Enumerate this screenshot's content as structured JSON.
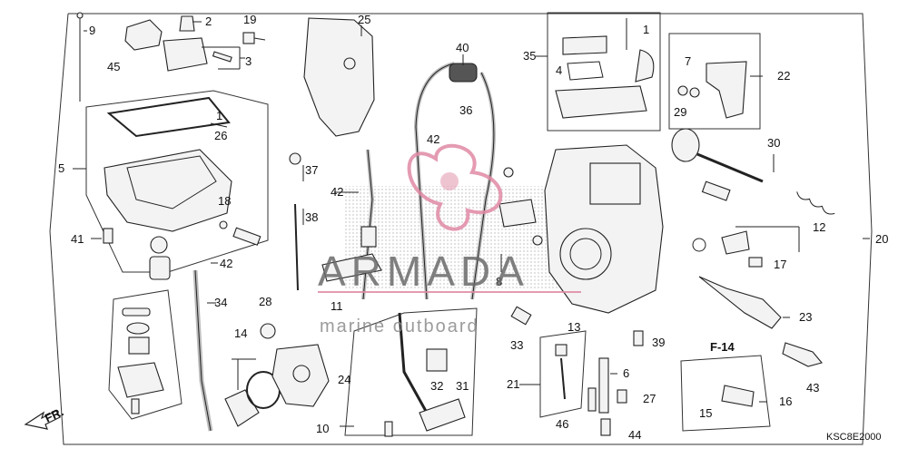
{
  "diagram": {
    "code": "KSC8E2000",
    "section_label": "F-14",
    "direction_label": "FR.",
    "callouts": [
      "9",
      "2",
      "19",
      "25",
      "45",
      "3",
      "1",
      "26",
      "5",
      "18",
      "41",
      "42",
      "34",
      "28",
      "14",
      "24",
      "10",
      "40",
      "36",
      "42",
      "42",
      "37",
      "38",
      "11",
      "32",
      "31",
      "35",
      "4",
      "1",
      "22",
      "7",
      "29",
      "30",
      "12",
      "17",
      "20",
      "23",
      "8",
      "13",
      "33",
      "39",
      "21",
      "6",
      "27",
      "46",
      "44",
      "43",
      "16",
      "15",
      "1"
    ],
    "watermark": {
      "brand": "ARMADA",
      "tagline": "marine outboard"
    }
  }
}
